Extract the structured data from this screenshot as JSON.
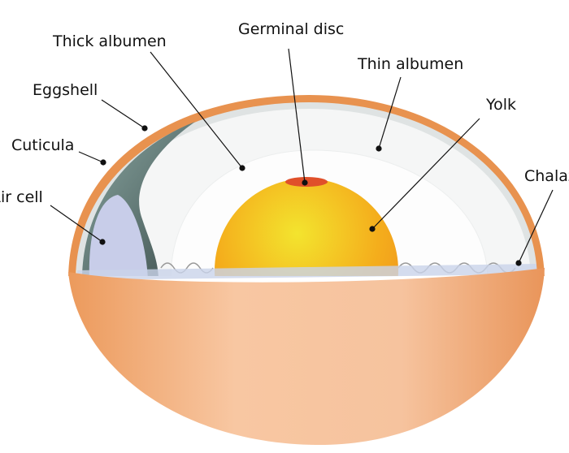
{
  "title": "Structure of an egg",
  "labels": {
    "thick_albumen": "Thick albumen",
    "germinal_disc": "Germinal disc",
    "thin_albumen": "Thin albumen",
    "eggshell": "Eggshell",
    "yolk": "Yolk",
    "cuticula": "Cuticula",
    "air_cell": "Air cell",
    "chalaza": "Chalaza"
  },
  "colors": {
    "shell_orange": "#e8924f",
    "shell_membrane": "#dfe3e3",
    "air_cell_dark": "#5f7c78",
    "air_cell_blue": "#c8cde9",
    "yolk": "#f3a81e",
    "yolk_light": "#f3e22c",
    "germinal_disc": "#e0502a",
    "bowl": "#f4b98f"
  }
}
